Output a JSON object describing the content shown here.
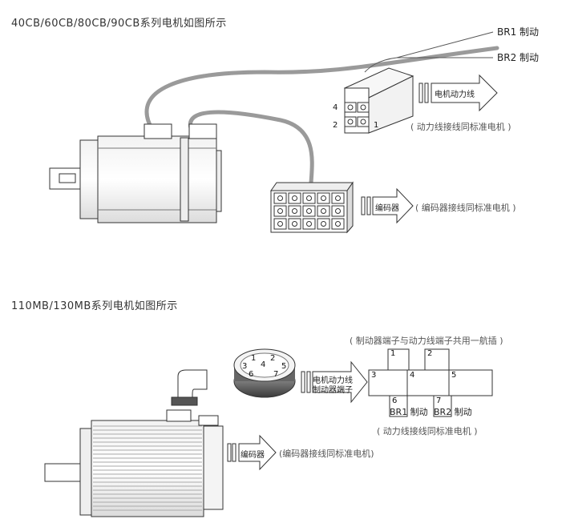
{
  "section1": {
    "heading": "40CB/60CB/80CB/90CB系列电机如图所示",
    "br1_label": "BR1 制动",
    "br2_label": "BR2 制动",
    "power_arrow_label": "电机动力线",
    "power_note": "( 动力线接线同标准电机 )",
    "encoder_arrow_label": "编码器",
    "encoder_note": "( 编码器接线同标准电机 )",
    "pin_labels": [
      "4",
      "2",
      "1"
    ]
  },
  "section2": {
    "heading": "110MB/130MB系列电机如图所示",
    "shared_note": "( 制动器端子与动力线端子共用一航插 )",
    "aviation_arrow_label_1": "电机动力线",
    "aviation_arrow_label_2": "制动器端子",
    "connector_pins": [
      "1",
      "2",
      "3",
      "4",
      "5",
      "6",
      "7"
    ],
    "cell_numbers": [
      "1",
      "2",
      "3",
      "4",
      "5",
      "6",
      "7"
    ],
    "br1_label": "BR1 制动",
    "br2_label": "BR2 制动",
    "power_note": "( 动力线接线同标准电机 )",
    "encoder_arrow_label": "编码器",
    "encoder_note": "(编码器接线同标准电机)"
  }
}
